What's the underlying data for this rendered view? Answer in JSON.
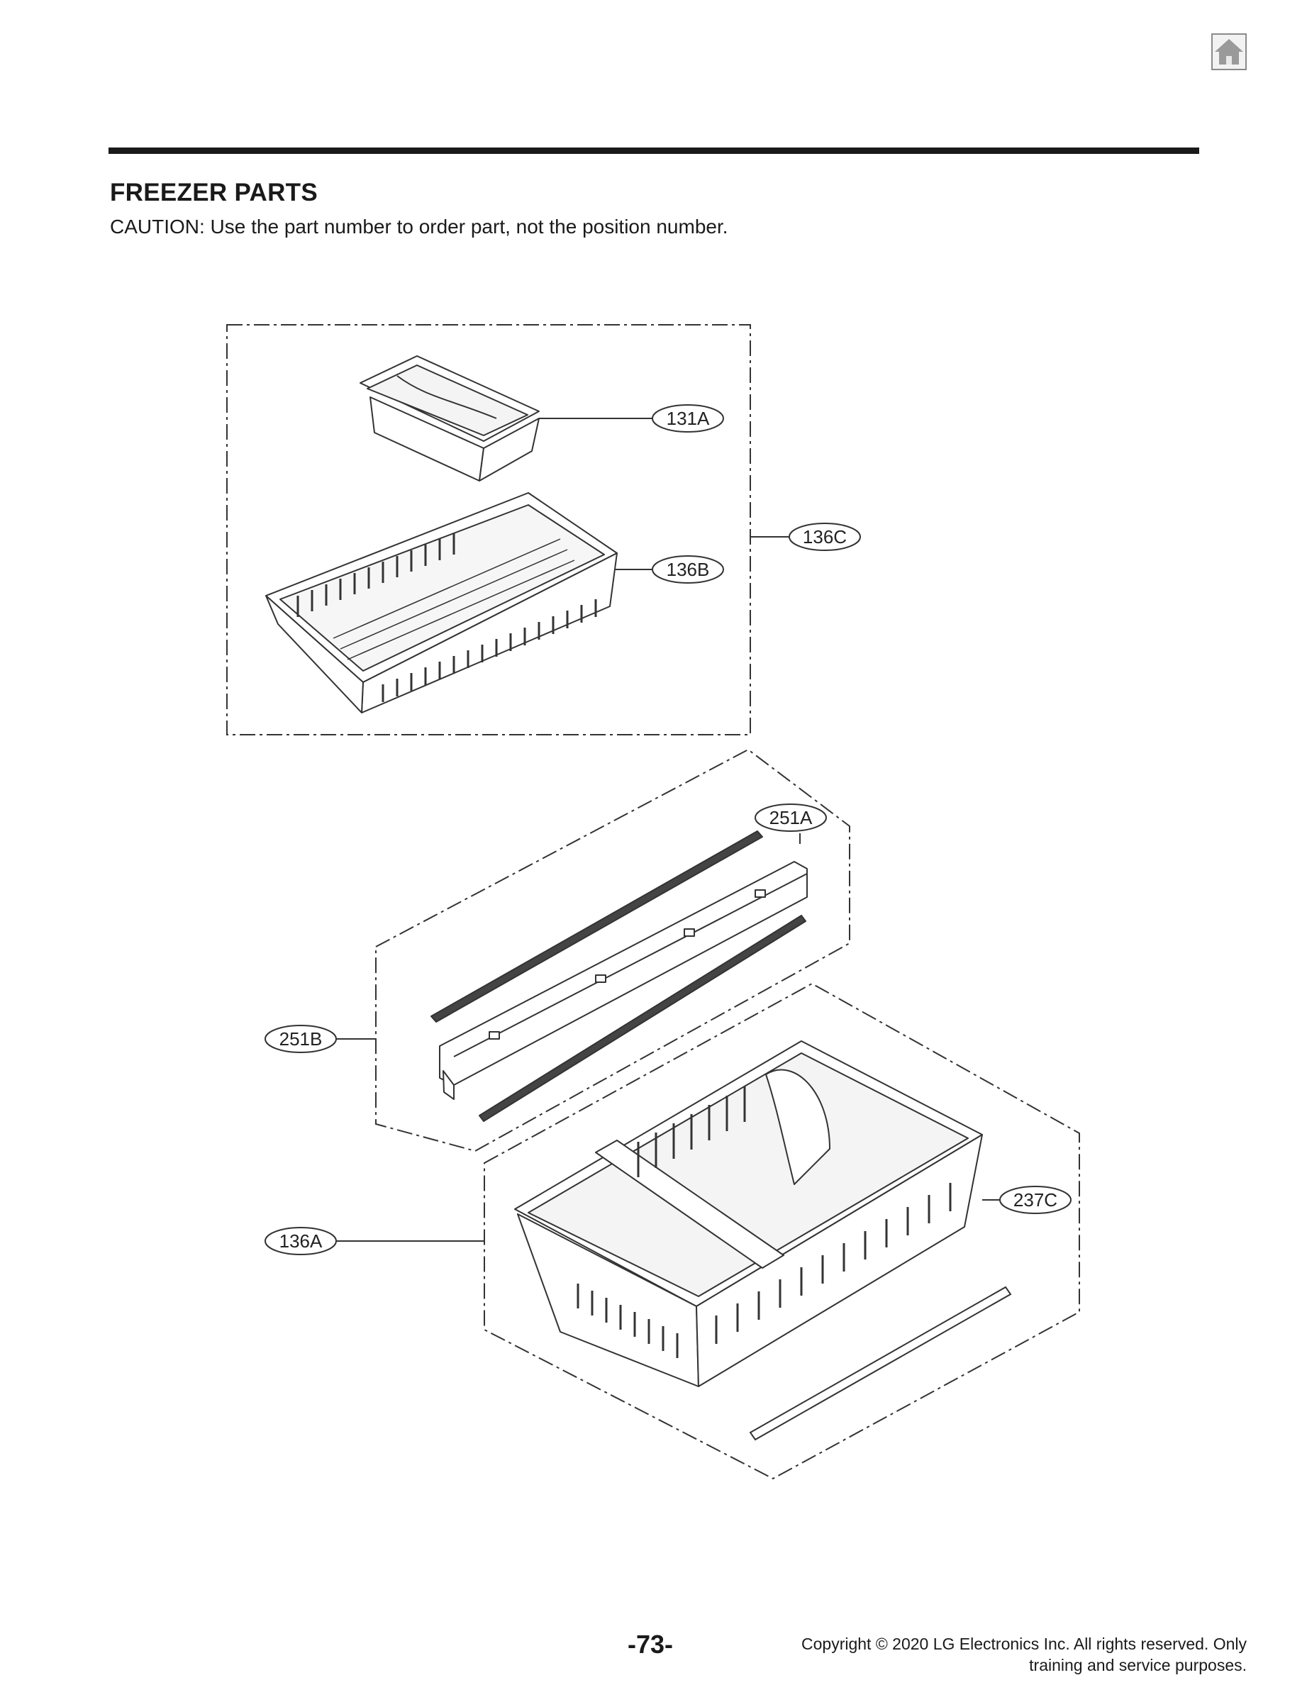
{
  "header": {
    "home_icon": "home-icon"
  },
  "section": {
    "title": "FREEZER PARTS",
    "caution": "CAUTION: Use the part number to order part, not the position number."
  },
  "callouts": {
    "c131A": "131A",
    "c136C": "136C",
    "c136B": "136B",
    "c251A": "251A",
    "c251B": "251B",
    "c237C": "237C",
    "c136A": "136A"
  },
  "footer": {
    "page_number": "-73-",
    "copyright_line1": "Copyright © 2020 LG Electronics Inc. All rights reserved. Only",
    "copyright_line2": "training and service purposes."
  }
}
